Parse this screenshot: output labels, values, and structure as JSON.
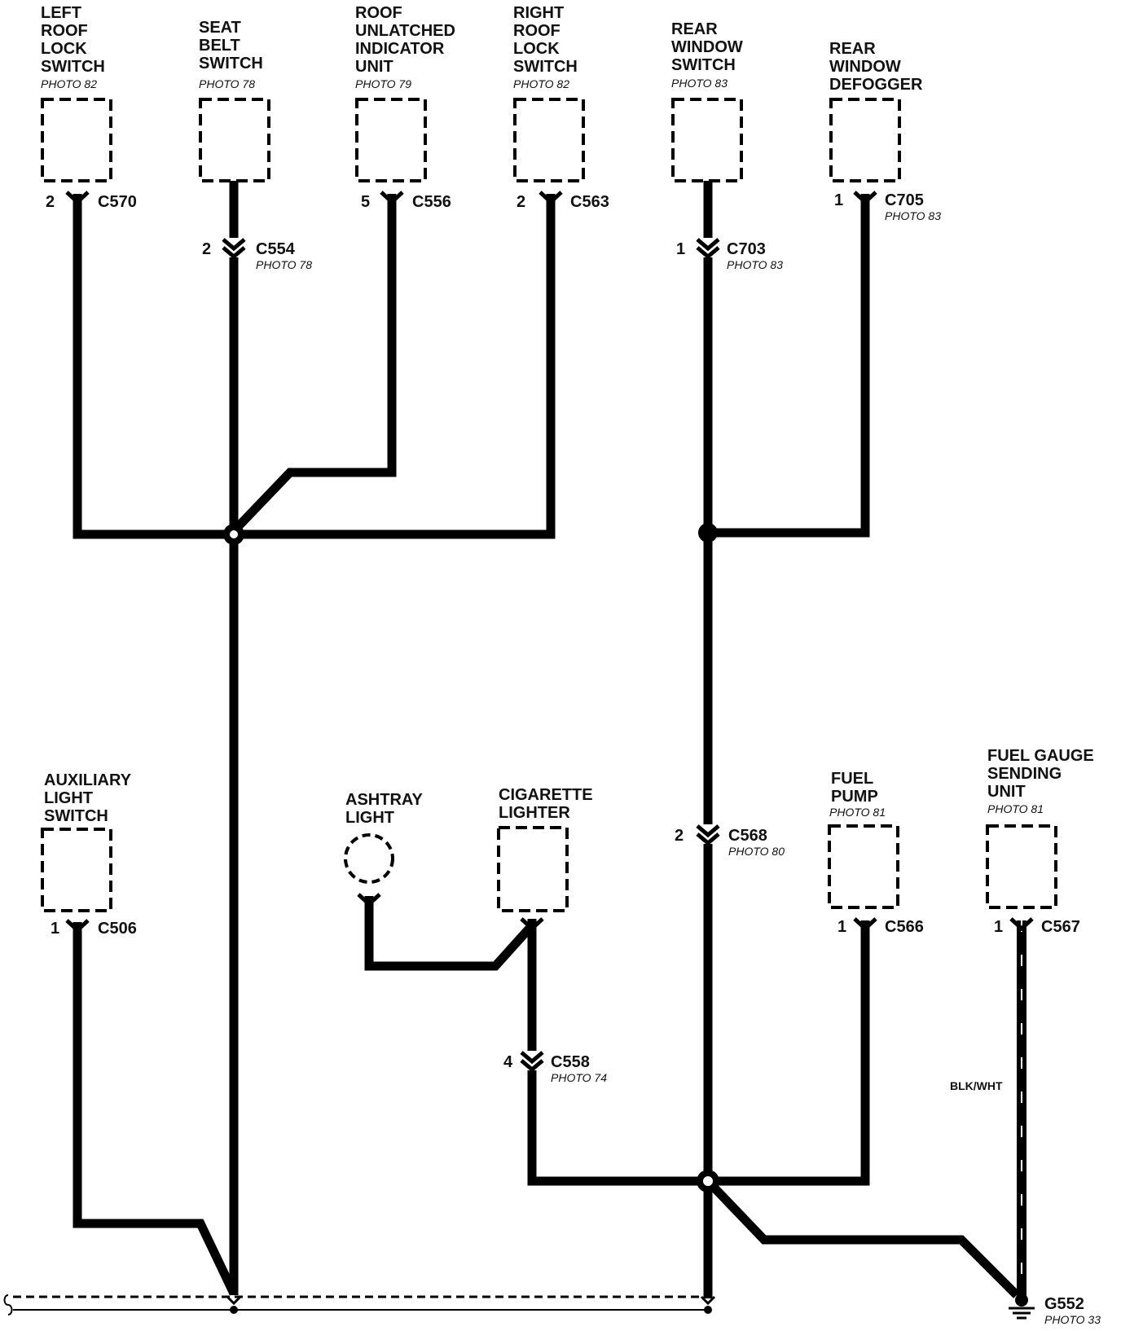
{
  "components": {
    "left_roof_lock_switch": {
      "name_lines": [
        "LEFT",
        "ROOF",
        "LOCK",
        "SWITCH"
      ],
      "photo": "PHOTO 82",
      "pin": "2",
      "connector": "C570"
    },
    "seat_belt_switch": {
      "name_lines": [
        "SEAT",
        "BELT",
        "SWITCH"
      ],
      "photo": "PHOTO 78",
      "pin": "2",
      "connector": "C554",
      "connector_photo": "PHOTO 78"
    },
    "roof_unlatched_indicator_unit": {
      "name_lines": [
        "ROOF",
        "UNLATCHED",
        "INDICATOR",
        "UNIT"
      ],
      "photo": "PHOTO 79",
      "pin": "5",
      "connector": "C556"
    },
    "right_roof_lock_switch": {
      "name_lines": [
        "RIGHT",
        "ROOF",
        "LOCK",
        "SWITCH"
      ],
      "photo": "PHOTO 82",
      "pin": "2",
      "connector": "C563"
    },
    "rear_window_switch": {
      "name_lines": [
        "REAR",
        "WINDOW",
        "SWITCH"
      ],
      "photo": "PHOTO 83",
      "pin": "1",
      "connector": "C703",
      "connector_photo": "PHOTO 83"
    },
    "rear_window_defogger": {
      "name_lines": [
        "REAR",
        "WINDOW",
        "DEFOGGER"
      ],
      "pin": "1",
      "connector": "C705",
      "connector_photo": "PHOTO 83"
    },
    "auxiliary_light_switch": {
      "name_lines": [
        "AUXILIARY",
        "LIGHT",
        "SWITCH"
      ],
      "pin": "1",
      "connector": "C506"
    },
    "ashtray_light": {
      "name_lines": [
        "ASHTRAY",
        "LIGHT"
      ]
    },
    "cigarette_lighter": {
      "name_lines": [
        "CIGARETTE",
        "LIGHTER"
      ],
      "pin": "4",
      "connector": "C558",
      "connector_photo": "PHOTO 74"
    },
    "fuel_pump": {
      "name_lines": [
        "FUEL",
        "PUMP"
      ],
      "photo": "PHOTO 81",
      "pin": "1",
      "connector": "C566"
    },
    "fuel_gauge_sending_unit": {
      "name_lines": [
        "FUEL GAUGE",
        "SENDING",
        "UNIT"
      ],
      "photo": "PHOTO 81",
      "pin": "1",
      "connector": "C567"
    }
  },
  "inline_connector_c568": {
    "pin": "2",
    "connector": "C568",
    "photo": "PHOTO 80"
  },
  "wire_color_label": "BLK/WHT",
  "ground": {
    "name": "G552",
    "photo": "PHOTO 33"
  }
}
